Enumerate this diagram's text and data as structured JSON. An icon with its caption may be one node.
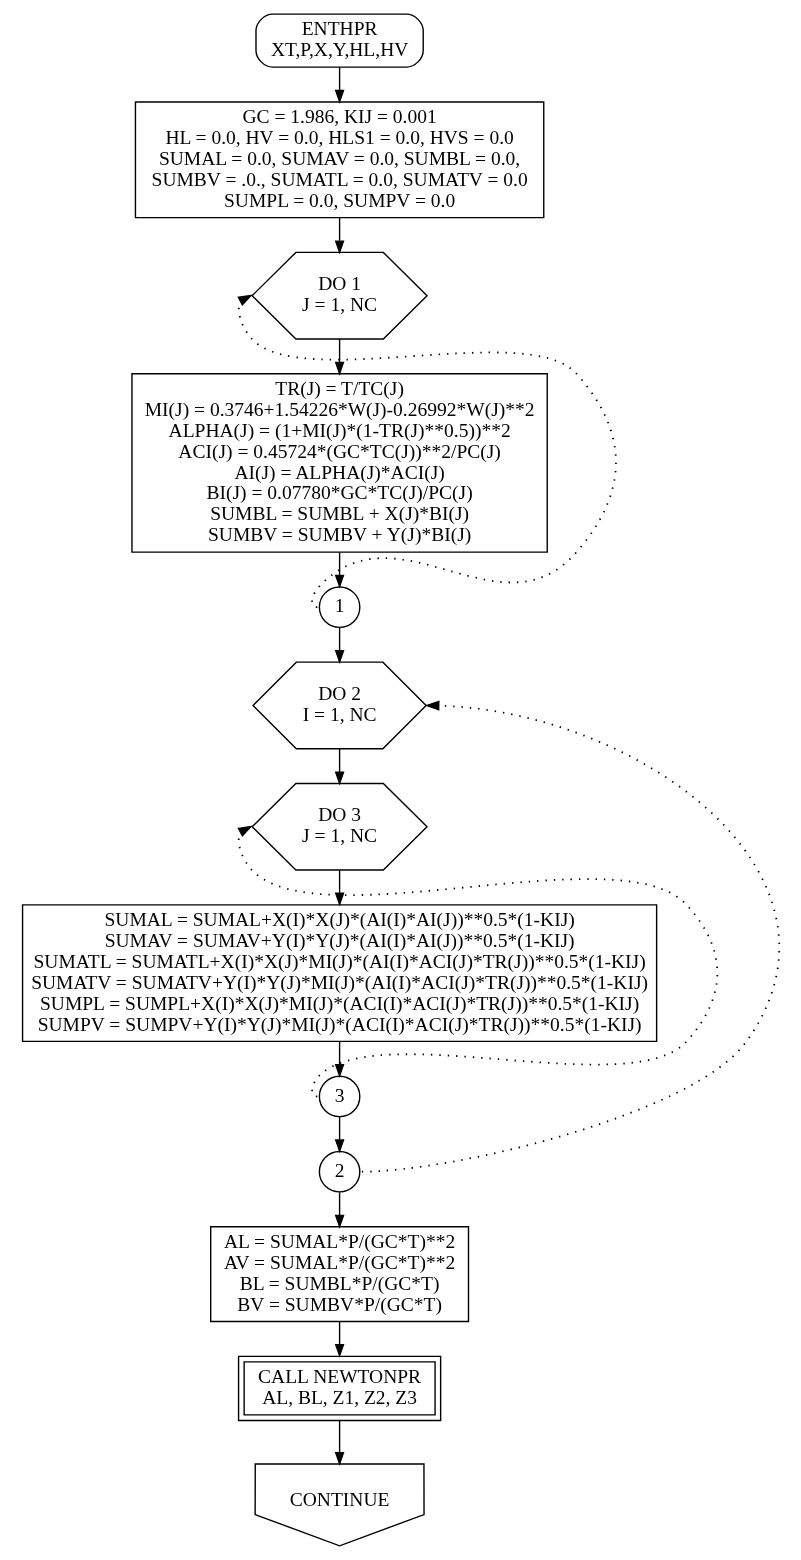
{
  "diagram": {
    "nodes": [
      {
        "text": [
          "ENTHPR",
          "XT,P,X,Y,HL,HV"
        ]
      },
      {
        "text": [
          "GC = 1.986, KIJ = 0.001",
          "HL = 0.0, HV = 0.0, HLS1 = 0.0, HVS = 0.0",
          "SUMAL = 0.0, SUMAV = 0.0, SUMBL = 0.0,",
          "SUMBV = .0., SUMATL = 0.0, SUMATV = 0.0",
          "SUMPL = 0.0, SUMPV = 0.0"
        ]
      },
      {
        "text": [
          "DO 1",
          "J = 1, NC"
        ]
      },
      {
        "text": [
          "TR(J) = T/TC(J)",
          "MI(J) = 0.3746+1.54226*W(J)-0.26992*W(J)**2",
          "ALPHA(J) = (1+MI(J)*(1-TR(J)**0.5))**2",
          "ACI(J) = 0.45724*(GC*TC(J))**2/PC(J)",
          "AI(J) = ALPHA(J)*ACI(J)",
          "BI(J) = 0.07780*GC*TC(J)/PC(J)",
          "SUMBL = SUMBL + X(J)*BI(J)",
          "SUMBV = SUMBV + Y(J)*BI(J)"
        ]
      },
      {
        "text": [
          "1"
        ]
      },
      {
        "text": [
          "DO 2",
          "I = 1, NC"
        ]
      },
      {
        "text": [
          "DO 3",
          "J = 1, NC"
        ]
      },
      {
        "text": [
          "SUMAL = SUMAL+X(I)*X(J)*(AI(I)*AI(J))**0.5*(1-KIJ)",
          "SUMAV = SUMAV+Y(I)*Y(J)*(AI(I)*AI(J))**0.5*(1-KIJ)",
          "SUMATL = SUMATL+X(I)*X(J)*MI(J)*(AI(I)*ACI(J)*TR(J))**0.5*(1-KIJ)",
          "SUMATV = SUMATV+Y(I)*Y(J)*MI(J)*(AI(I)*ACI(J)*TR(J))**0.5*(1-KIJ)",
          "SUMPL = SUMPL+X(I)*X(J)*MI(J)*(ACI(I)*ACI(J)*TR(J))**0.5*(1-KIJ)",
          "SUMPV = SUMPV+Y(I)*Y(J)*MI(J)*(ACI(I)*ACI(J)*TR(J))**0.5*(1-KIJ)"
        ]
      },
      {
        "text": [
          "3"
        ]
      },
      {
        "text": [
          "2"
        ]
      },
      {
        "text": [
          "AL = SUMAL*P/(GC*T)**2",
          "AV = SUMAL*P/(GC*T)**2",
          "BL = SUMBL*P/(GC*T)",
          "BV = SUMBV*P/(GC*T)"
        ]
      },
      {
        "text": [
          "CALL NEWTONPR",
          "AL, BL, Z1, Z2, Z3"
        ]
      },
      {
        "text": [
          "CONTINUE"
        ]
      }
    ],
    "edges": [
      {
        "from": 0,
        "to": 1,
        "arrow": "to"
      },
      {
        "from": 1,
        "to": 2,
        "arrow": "to"
      },
      {
        "from": 2,
        "to": 3,
        "arrow": "to"
      },
      {
        "from": 3,
        "to": 4,
        "arrow": "to"
      },
      {
        "from": 4,
        "to": 2,
        "arrow": "to",
        "style": "dashed"
      },
      {
        "from": 4,
        "to": 5,
        "arrow": "to"
      },
      {
        "from": 5,
        "to": 6,
        "arrow": "to"
      },
      {
        "from": 6,
        "to": 7,
        "arrow": "to"
      },
      {
        "from": 7,
        "to": 8,
        "arrow": "to"
      },
      {
        "from": 8,
        "to": 6,
        "arrow": "to",
        "style": "dashed"
      },
      {
        "from": 8,
        "to": 9,
        "arrow": "to"
      },
      {
        "from": 9,
        "to": 5,
        "arrow": "to",
        "style": "dashed"
      },
      {
        "from": 9,
        "to": 10,
        "arrow": "to"
      },
      {
        "from": 10,
        "to": 11,
        "arrow": "to"
      },
      {
        "from": 11,
        "to": 12,
        "arrow": "to"
      }
    ]
  }
}
